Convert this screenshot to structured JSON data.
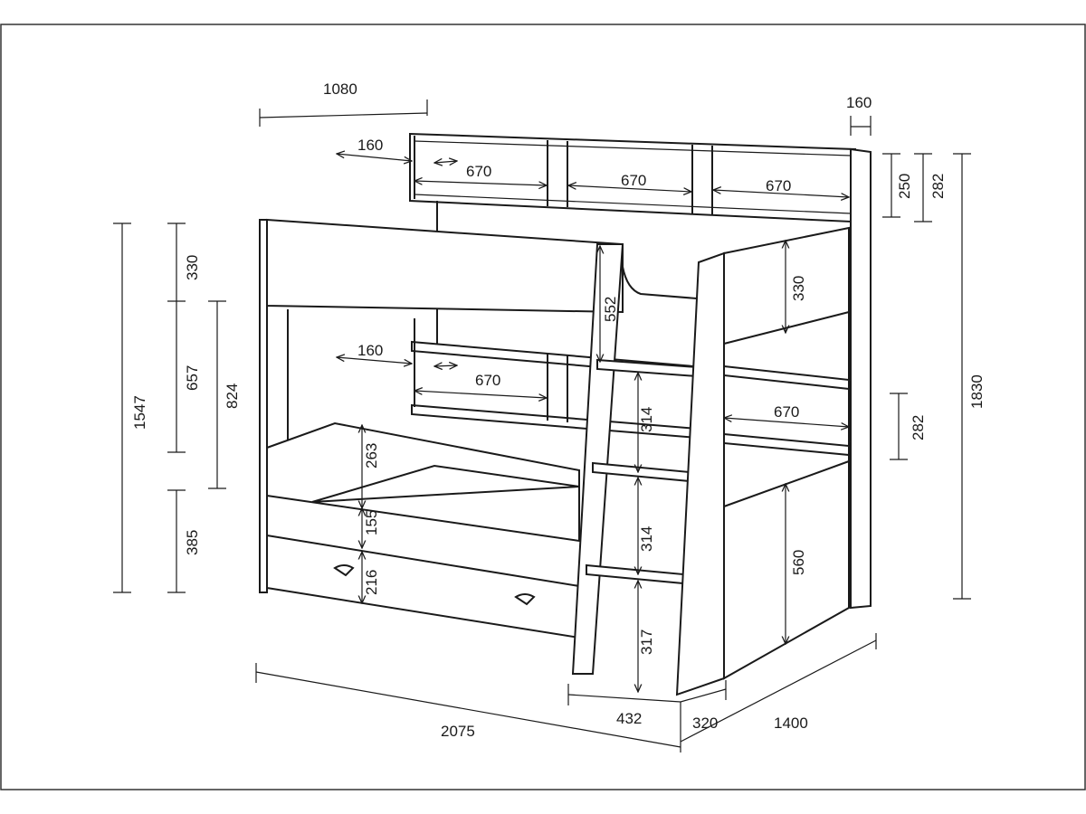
{
  "title": "Bunk bed dimensions drawing",
  "dimensions": {
    "overall_top_width": "1080",
    "post_width": "160",
    "top_shelf_offset": "160",
    "top_shelf_1": "670",
    "top_shelf_2": "670",
    "top_shelf_3": "670",
    "top_shelf_height": "250",
    "top_shelf_total": "282",
    "total_height": "1830",
    "left_height": "1547",
    "upper_rail": "330",
    "upper_gap": "657",
    "upper_to_lower": "824",
    "lower_height": "385",
    "ladder_top": "552",
    "right_rail": "330",
    "mid_shelf_offset": "160",
    "mid_shelf_1": "670",
    "ladder_step_1": "314",
    "right_shelf": "670",
    "right_shelf_height": "282",
    "lower_rail": "263",
    "lower_side": "155",
    "drawer_height": "216",
    "ladder_step_2": "314",
    "cabinet_height": "560",
    "ladder_bottom": "317",
    "ladder_depth": "432",
    "post_depth": "320",
    "total_depth": "1400",
    "total_length": "2075"
  }
}
